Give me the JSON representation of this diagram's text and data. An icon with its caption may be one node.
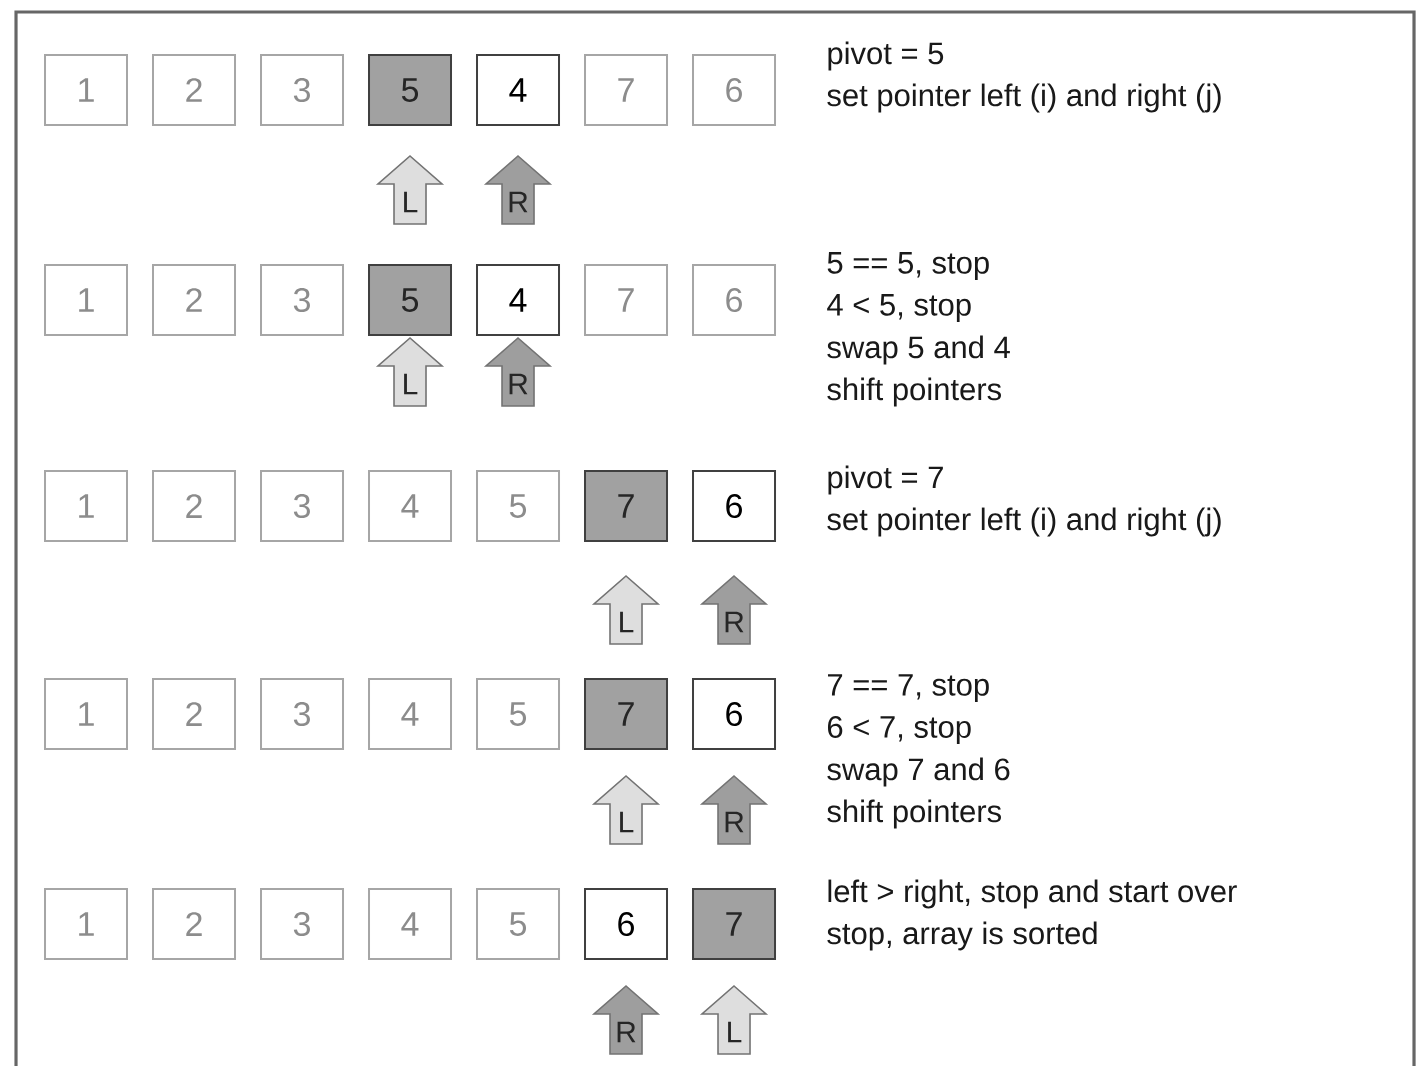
{
  "diagram": {
    "nodes": [
      {
        "text": [
          "1"
        ]
      },
      {
        "text": [
          "2"
        ]
      },
      {
        "text": [
          "3"
        ]
      },
      {
        "text": [
          "5"
        ]
      },
      {
        "text": [
          "4"
        ]
      },
      {
        "text": [
          "7"
        ]
      },
      {
        "text": [
          "6"
        ]
      },
      {
        "text": [
          "L"
        ]
      },
      {
        "text": [
          "R"
        ]
      },
      {
        "text": [
          "1"
        ]
      },
      {
        "text": [
          "2"
        ]
      },
      {
        "text": [
          "3"
        ]
      },
      {
        "text": [
          "5"
        ]
      },
      {
        "text": [
          "4"
        ]
      },
      {
        "text": [
          "7"
        ]
      },
      {
        "text": [
          "6"
        ]
      },
      {
        "text": [
          "L"
        ]
      },
      {
        "text": [
          "R"
        ]
      },
      {
        "text": [
          "1"
        ]
      },
      {
        "text": [
          "2"
        ]
      },
      {
        "text": [
          "3"
        ]
      },
      {
        "text": [
          "4"
        ]
      },
      {
        "text": [
          "5"
        ]
      },
      {
        "text": [
          "7"
        ]
      },
      {
        "text": [
          "6"
        ]
      },
      {
        "text": [
          "L"
        ]
      },
      {
        "text": [
          "R"
        ]
      },
      {
        "text": [
          "1"
        ]
      },
      {
        "text": [
          "2"
        ]
      },
      {
        "text": [
          "3"
        ]
      },
      {
        "text": [
          "4"
        ]
      },
      {
        "text": [
          "5"
        ]
      },
      {
        "text": [
          "7"
        ]
      },
      {
        "text": [
          "6"
        ]
      },
      {
        "text": [
          "L"
        ]
      },
      {
        "text": [
          "R"
        ]
      },
      {
        "text": [
          "1"
        ]
      },
      {
        "text": [
          "2"
        ]
      },
      {
        "text": [
          "3"
        ]
      },
      {
        "text": [
          "4"
        ]
      },
      {
        "text": [
          "5"
        ]
      },
      {
        "text": [
          "6"
        ]
      },
      {
        "text": [
          "7"
        ]
      },
      {
        "text": [
          "R"
        ]
      },
      {
        "text": [
          "L"
        ]
      }
    ],
    "labels": [
      "pivot = 5",
      "set pointer left (i) and right (j)",
      "5 == 5, stop",
      "4 < 5, stop",
      "swap 5 and 4",
      "shift pointers",
      "pivot = 7",
      "set pointer left (i) and right (j)",
      "7 == 7, stop",
      "6 < 7, stop",
      "swap 7 and 6",
      "shift pointers",
      "left > right, stop and start over",
      "stop, array is sorted"
    ]
  }
}
